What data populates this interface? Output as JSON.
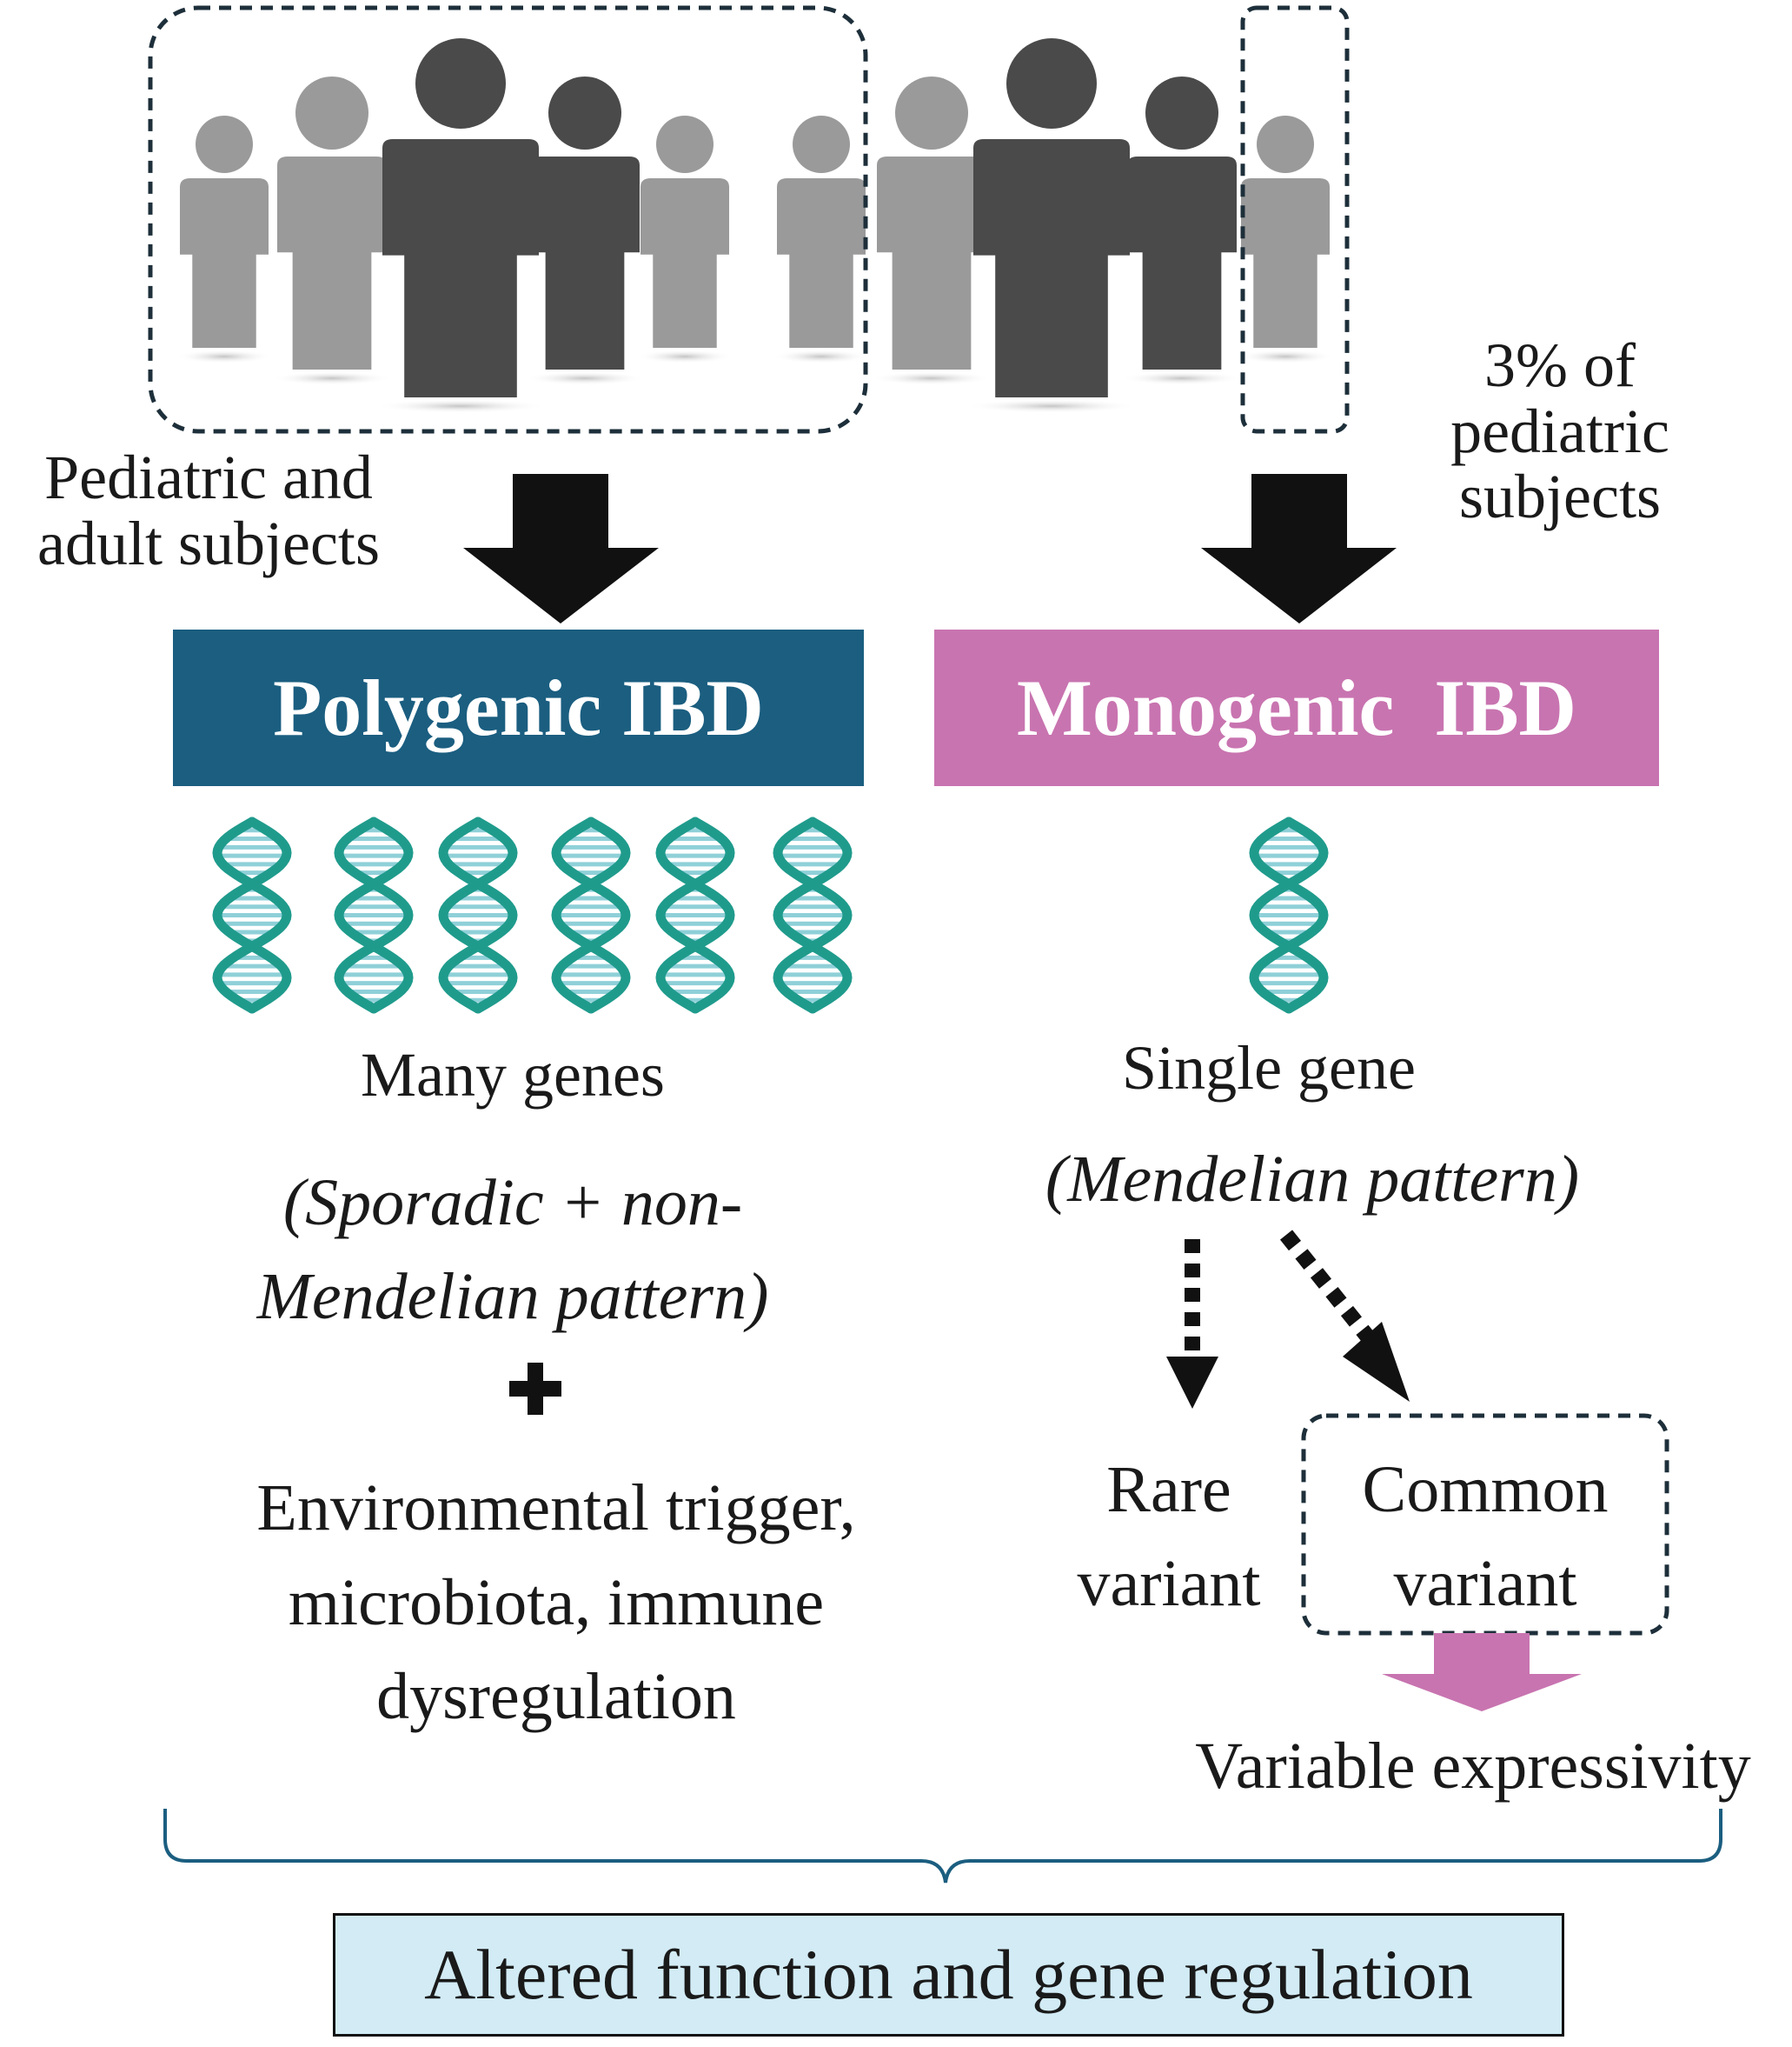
{
  "labels": {
    "left_population": [
      "Pediatric and",
      "adult subjects"
    ],
    "right_population": [
      "3% of",
      "pediatric",
      "subjects"
    ],
    "polygenic_title": "Polygenic IBD",
    "monogenic_title": "Monogenic  IBD",
    "many_genes": "Many genes",
    "polygenic_pattern": [
      "(Sporadic + non-",
      "Mendelian pattern)"
    ],
    "plus_sign": "+",
    "environmental": [
      "Environmental trigger,",
      "microbiota, immune",
      "dysregulation"
    ],
    "single_gene": "Single gene",
    "monogenic_pattern": "(Mendelian pattern)",
    "rare_variant": [
      "Rare",
      "variant"
    ],
    "common_variant": [
      "Common",
      "variant"
    ],
    "variable_expressivity": "Variable expressivity",
    "bottom_box": "Altered function and gene regulation"
  },
  "colors": {
    "polygenic_bg": "#1b5e80",
    "monogenic_bg": "#c874b0",
    "bottom_box_bg": "#d2ebf5",
    "brace": "#1b5e80",
    "dna_strand": "#1f9b8c",
    "person_dark": "#4a4a4a",
    "person_light": "#9a9a9a",
    "pink_arrow": "#c874b0"
  },
  "icons": {
    "people": "person-silhouette-icon",
    "dna": "dna-helix-icon"
  }
}
